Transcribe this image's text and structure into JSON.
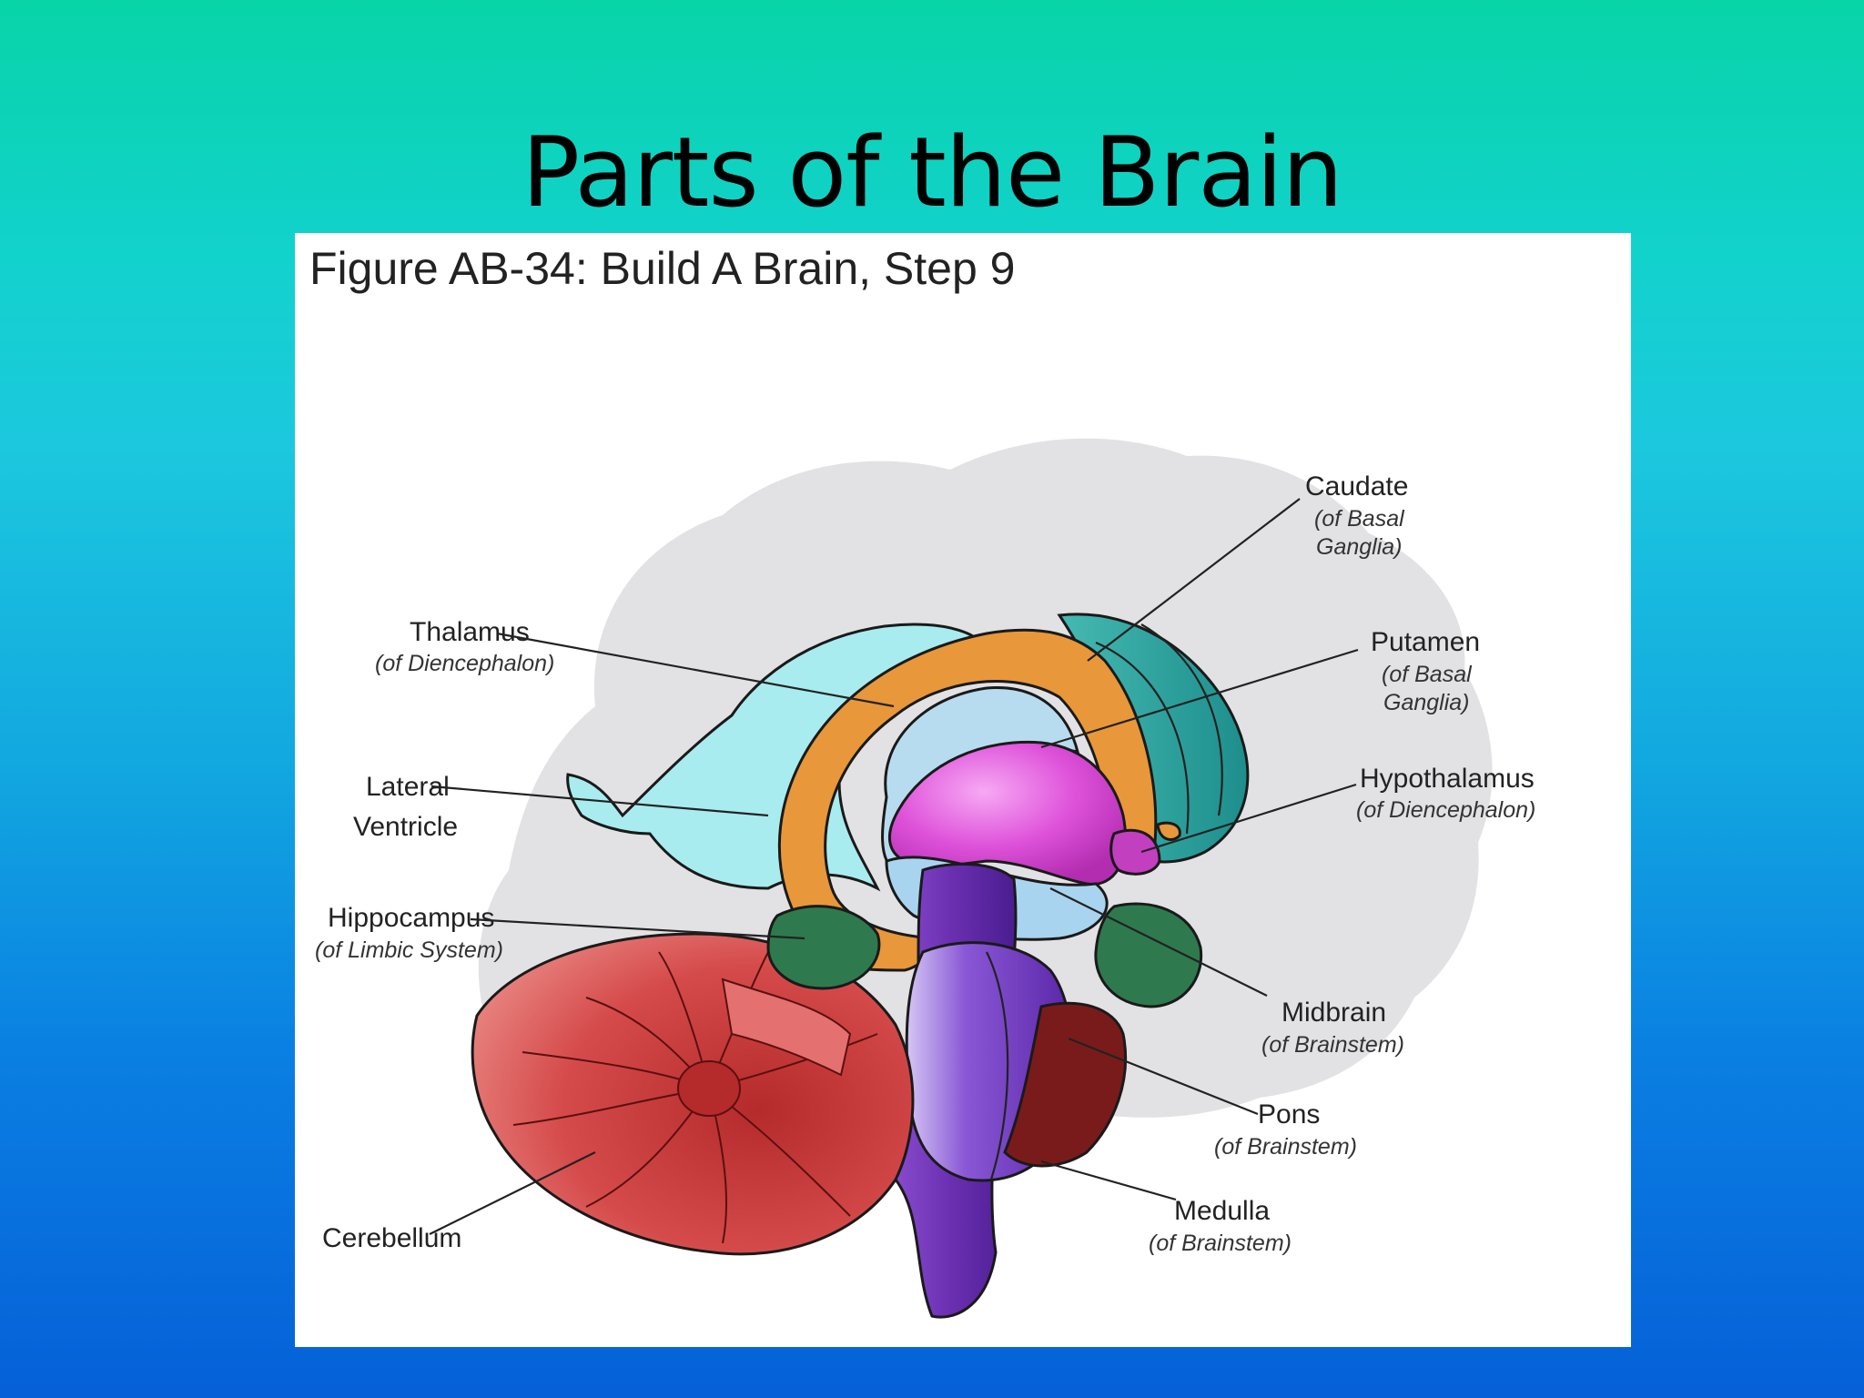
{
  "slide": {
    "title": "Parts of the Brain"
  },
  "figure": {
    "caption": "Figure AB-34: Build A Brain, Step 9",
    "labels": [
      {
        "id": "caudate",
        "name": "Caudate",
        "note_line1": "(of Basal",
        "note_line2": "Ganglia)"
      },
      {
        "id": "putamen",
        "name": "Putamen",
        "note_line1": "(of Basal",
        "note_line2": "Ganglia)"
      },
      {
        "id": "hypothalamus",
        "name": "Hypothalamus",
        "note_line1": "(of Diencephalon)"
      },
      {
        "id": "thalamus",
        "name": "Thalamus",
        "note_line1": "(of Diencephalon)"
      },
      {
        "id": "lateral_ventricle",
        "name_line1": "Lateral",
        "name_line2": "Ventricle"
      },
      {
        "id": "hippocampus",
        "name": "Hippocampus",
        "note_line1": "(of Limbic System)"
      },
      {
        "id": "midbrain",
        "name": "Midbrain",
        "note_line1": "(of Brainstem)"
      },
      {
        "id": "pons",
        "name": "Pons",
        "note_line1": "(of Brainstem)"
      },
      {
        "id": "medulla",
        "name": "Medulla",
        "note_line1": "(of Brainstem)"
      },
      {
        "id": "cerebellum",
        "name": "Cerebellum"
      }
    ]
  },
  "colors": {
    "background_top": "#08d4a8",
    "background_bottom": "#0660d8",
    "cortex": "#e2e2e4",
    "ventricle": "#a9ecef",
    "caudate_orange": "#e8973a",
    "teal_basal": "#2aa5a0",
    "putamen_magenta": "#d94fd6",
    "hippocampus_green": "#2e7a4e",
    "brainstem_purple": "#6a2fb0",
    "cerebellum_red": "#d65050"
  }
}
